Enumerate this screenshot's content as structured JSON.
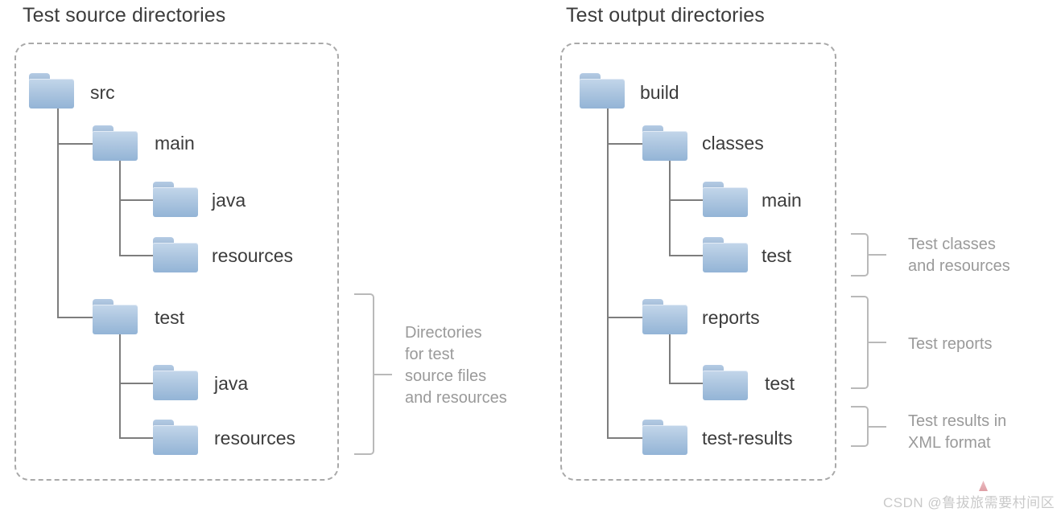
{
  "left_panel": {
    "title": "Test source directories",
    "nodes": [
      {
        "label": "src"
      },
      {
        "label": "main"
      },
      {
        "label": "java"
      },
      {
        "label": "resources"
      },
      {
        "label": "test"
      },
      {
        "label": "java"
      },
      {
        "label": "resources"
      }
    ],
    "annotations": [
      {
        "text": "Directories\nfor test\nsource files\nand resources"
      }
    ]
  },
  "right_panel": {
    "title": "Test output directories",
    "nodes": [
      {
        "label": "build"
      },
      {
        "label": "classes"
      },
      {
        "label": "main"
      },
      {
        "label": "test"
      },
      {
        "label": "reports"
      },
      {
        "label": "test"
      },
      {
        "label": "test-results"
      }
    ],
    "annotations": [
      {
        "text": "Test classes\nand resources"
      },
      {
        "text": "Test reports"
      },
      {
        "text": "Test results in\nXML format"
      }
    ]
  },
  "watermark": {
    "text": "CSDN @鲁拔旅需要村间区"
  },
  "colors": {
    "folder_light": "#c3d6ea",
    "folder_dark": "#93b4d6",
    "line": "#7d7d7d",
    "panel_border": "#a9a9a9",
    "title_text": "#3c3c3c",
    "annotation_text": "#9a9a9a"
  }
}
